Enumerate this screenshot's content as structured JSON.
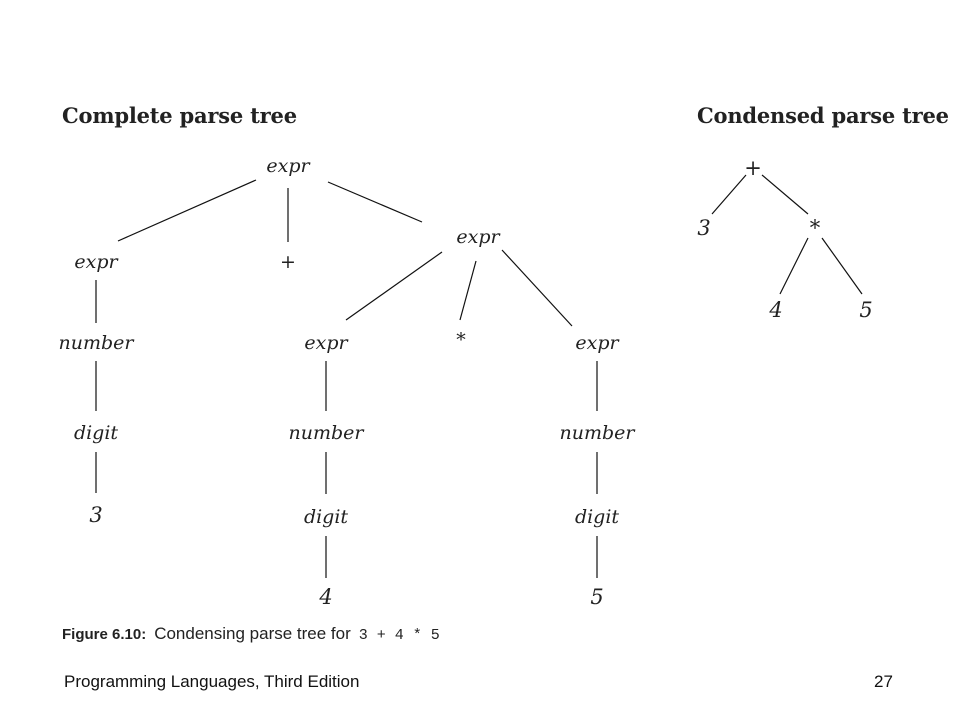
{
  "headings": {
    "complete": "Complete parse tree",
    "condensed": "Condensed parse tree"
  },
  "complete_tree": {
    "nodes": [
      {
        "id": "root",
        "label": "expr",
        "kind": "nonterminal"
      },
      {
        "id": "e1",
        "label": "expr",
        "kind": "nonterminal"
      },
      {
        "id": "plus",
        "label": "+",
        "kind": "terminal"
      },
      {
        "id": "e2",
        "label": "expr",
        "kind": "nonterminal"
      },
      {
        "id": "n1",
        "label": "number",
        "kind": "nonterminal"
      },
      {
        "id": "d1",
        "label": "digit",
        "kind": "nonterminal"
      },
      {
        "id": "t3",
        "label": "3",
        "kind": "terminal"
      },
      {
        "id": "e3",
        "label": "expr",
        "kind": "nonterminal"
      },
      {
        "id": "star",
        "label": "*",
        "kind": "terminal"
      },
      {
        "id": "e4",
        "label": "expr",
        "kind": "nonterminal"
      },
      {
        "id": "n2",
        "label": "number",
        "kind": "nonterminal"
      },
      {
        "id": "d2",
        "label": "digit",
        "kind": "nonterminal"
      },
      {
        "id": "t4",
        "label": "4",
        "kind": "terminal"
      },
      {
        "id": "n3",
        "label": "number",
        "kind": "nonterminal"
      },
      {
        "id": "d3",
        "label": "digit",
        "kind": "nonterminal"
      },
      {
        "id": "t5",
        "label": "5",
        "kind": "terminal"
      }
    ],
    "edges": [
      [
        "root",
        "e1"
      ],
      [
        "root",
        "plus"
      ],
      [
        "root",
        "e2"
      ],
      [
        "e1",
        "n1"
      ],
      [
        "n1",
        "d1"
      ],
      [
        "d1",
        "t3"
      ],
      [
        "e2",
        "e3"
      ],
      [
        "e2",
        "star"
      ],
      [
        "e2",
        "e4"
      ],
      [
        "e3",
        "n2"
      ],
      [
        "n2",
        "d2"
      ],
      [
        "d2",
        "t4"
      ],
      [
        "e4",
        "n3"
      ],
      [
        "n3",
        "d3"
      ],
      [
        "d3",
        "t5"
      ]
    ]
  },
  "condensed_tree": {
    "nodes": [
      {
        "id": "cplus",
        "label": "+"
      },
      {
        "id": "c3",
        "label": "3"
      },
      {
        "id": "cstar",
        "label": "*"
      },
      {
        "id": "c4",
        "label": "4"
      },
      {
        "id": "c5",
        "label": "5"
      }
    ],
    "edges": [
      [
        "cplus",
        "c3"
      ],
      [
        "cplus",
        "cstar"
      ],
      [
        "cstar",
        "c4"
      ],
      [
        "cstar",
        "c5"
      ]
    ]
  },
  "caption": {
    "figure": "Figure 6.10:",
    "text": "Condensing parse tree for",
    "code": "3 + 4 * 5"
  },
  "footer": {
    "text": "Programming Languages, Third Edition",
    "page": "27"
  },
  "colors": {
    "text": "#222222",
    "lines": "#111111",
    "background": "#ffffff"
  }
}
